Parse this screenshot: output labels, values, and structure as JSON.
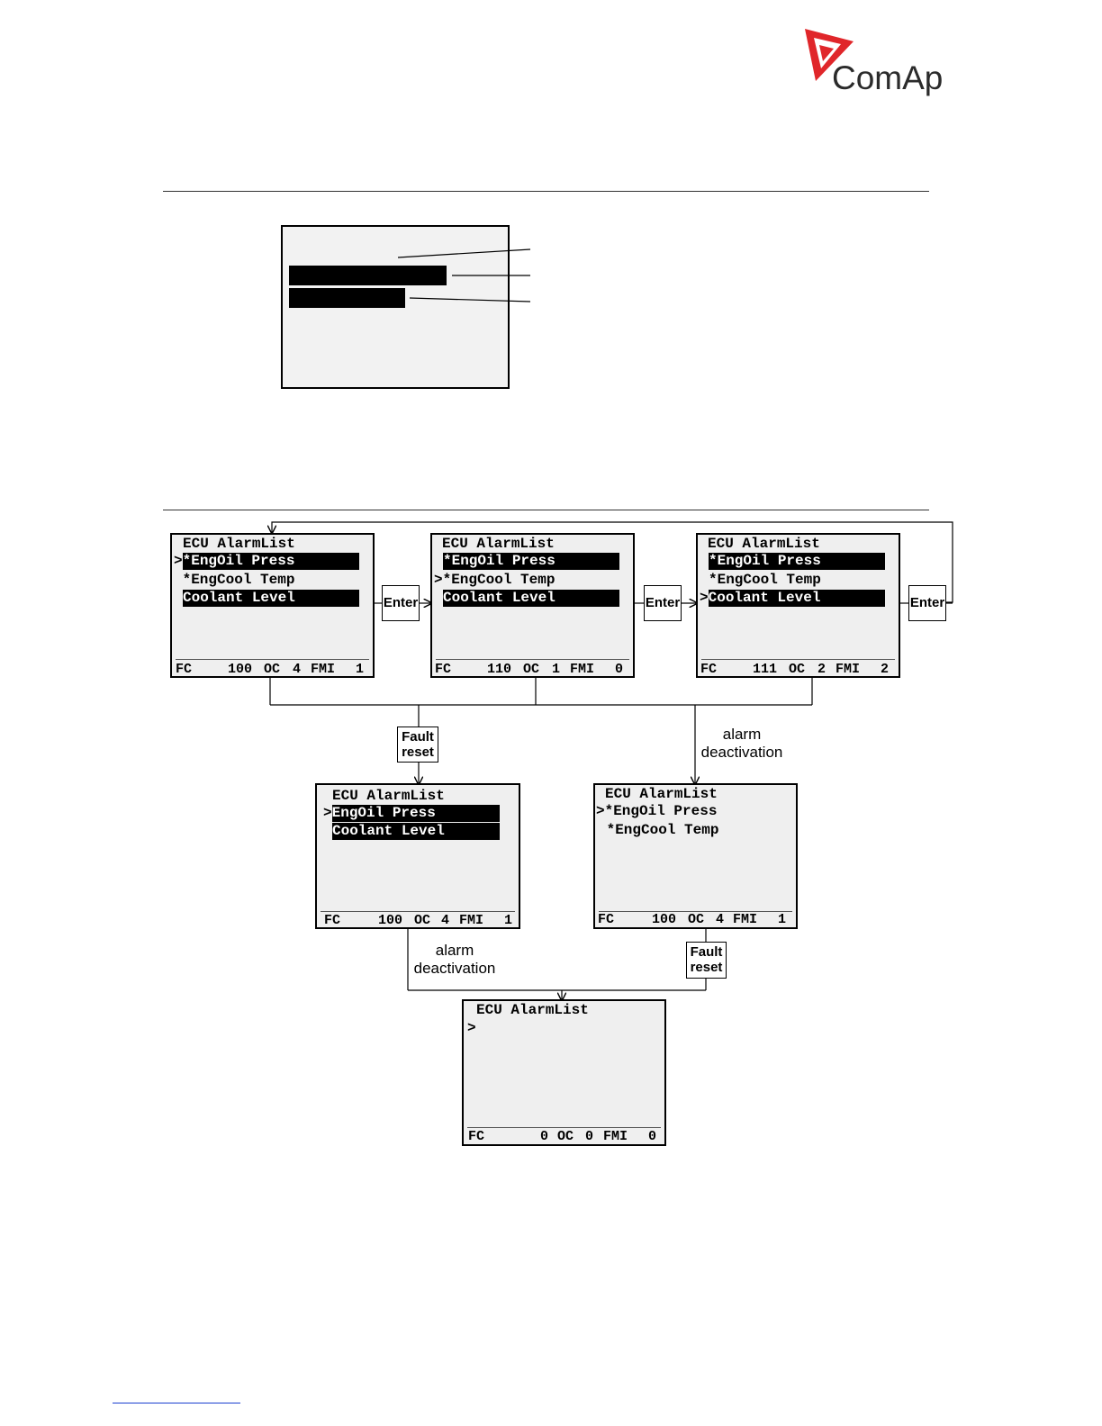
{
  "brand": {
    "name": "ComAp",
    "accent": "#e0262a"
  },
  "buttons": {
    "enter": "Enter",
    "fault_reset_1": "Fault",
    "fault_reset_2": "reset"
  },
  "labels": {
    "alarm_1": "alarm",
    "alarm_2": "deactivation"
  },
  "screens": [
    {
      "title": "ECU AlarmList",
      "lines": [
        ">*EngOil Press",
        " *EngCool Temp",
        " Coolant Level"
      ],
      "footer": {
        "fc": "FC",
        "fc_val": "100",
        "oc": "OC",
        "oc_val": "4",
        "fmi": "FMI",
        "fmi_val": "1"
      }
    },
    {
      "title": "ECU AlarmList",
      "lines": [
        " *EngOil Press",
        ">*EngCool Temp",
        " Coolant Level"
      ],
      "footer": {
        "fc": "FC",
        "fc_val": "110",
        "oc": "OC",
        "oc_val": "1",
        "fmi": "FMI",
        "fmi_val": "0"
      }
    },
    {
      "title": "ECU AlarmList",
      "lines": [
        " *EngOil Press",
        " *EngCool Temp",
        ">Coolant Level"
      ],
      "footer": {
        "fc": "FC",
        "fc_val": "111",
        "oc": "OC",
        "oc_val": "2",
        "fmi": "FMI",
        "fmi_val": "2"
      }
    },
    {
      "title": "ECU AlarmList",
      "lines": [
        ">EngOil Press",
        " Coolant Level"
      ],
      "footer": {
        "fc": "FC",
        "fc_val": "100",
        "oc": "OC",
        "oc_val": "4",
        "fmi": "FMI",
        "fmi_val": "1"
      }
    },
    {
      "title": "ECU AlarmList",
      "lines": [
        ">*EngOil Press",
        " *EngCool Temp"
      ],
      "footer": {
        "fc": "FC",
        "fc_val": "100",
        "oc": "OC",
        "oc_val": "4",
        "fmi": "FMI",
        "fmi_val": "1"
      }
    },
    {
      "title": "ECU AlarmList",
      "lines": [
        ">"
      ],
      "footer": {
        "fc": "FC",
        "fc_val": "0",
        "oc": "OC",
        "oc_val": "0",
        "fmi": "FMI",
        "fmi_val": "0"
      }
    }
  ]
}
